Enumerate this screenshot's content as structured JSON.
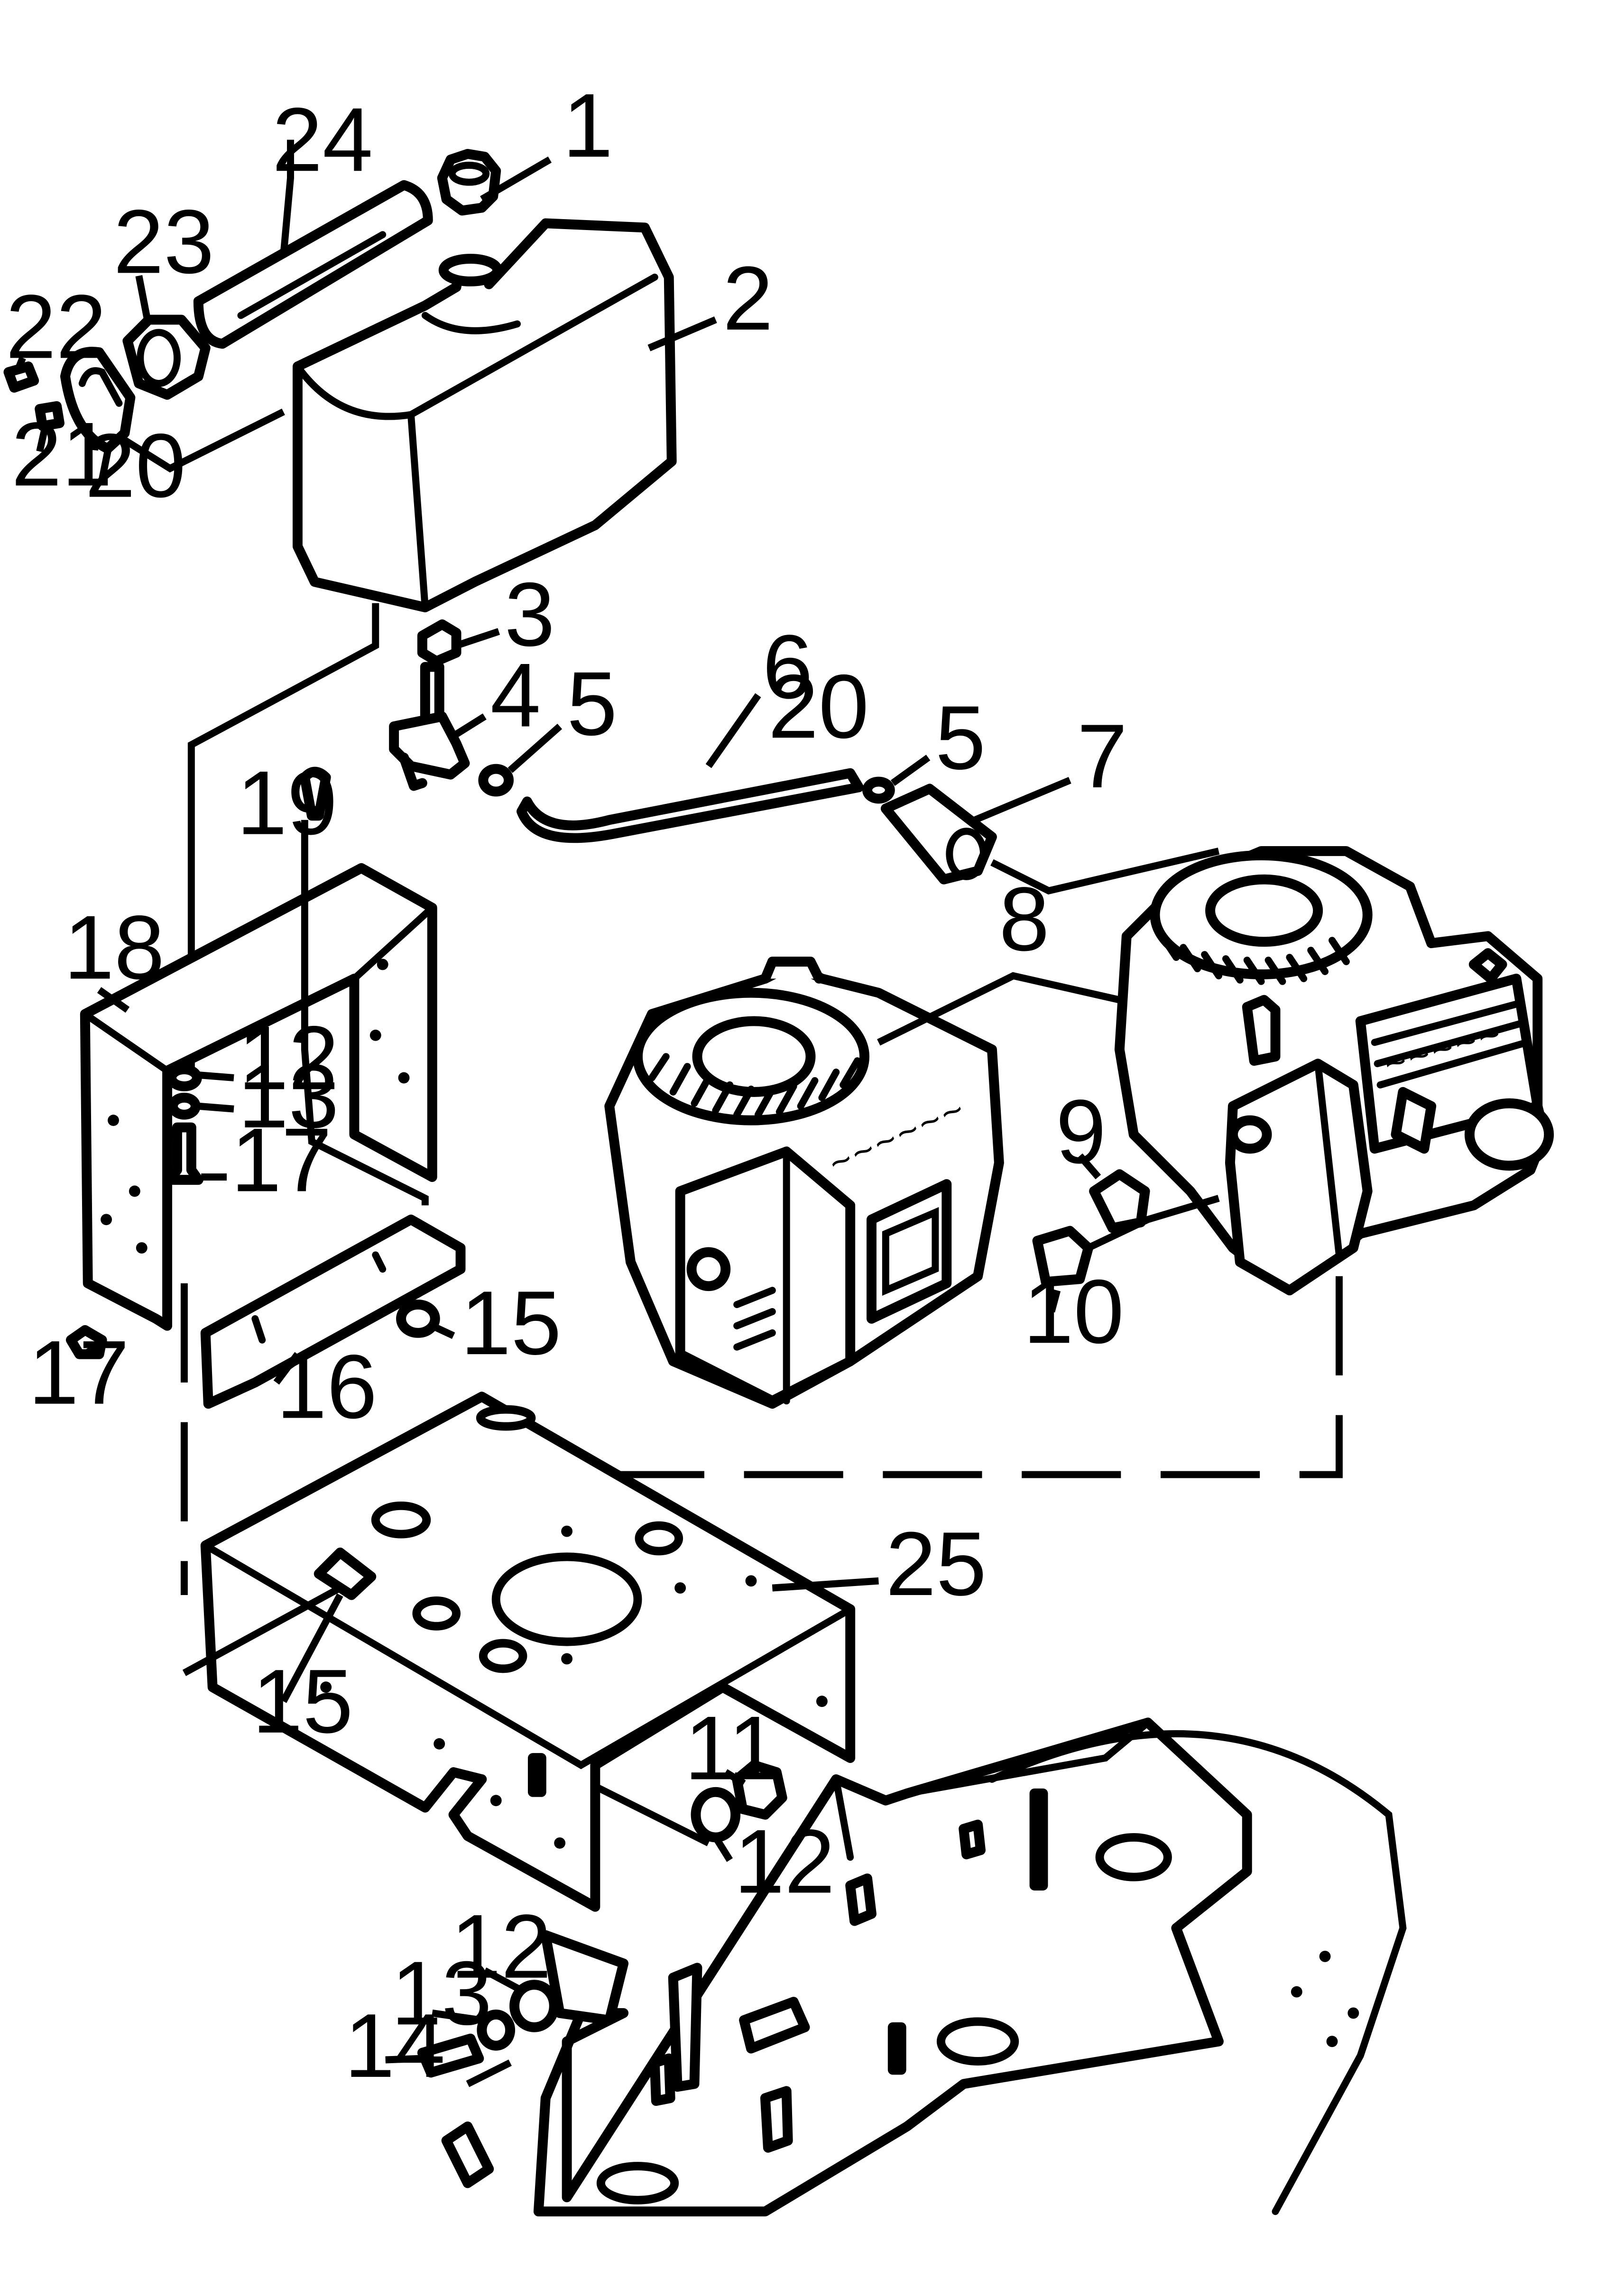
{
  "callouts": [
    "1",
    "2",
    "3",
    "4",
    "5",
    "6",
    "20",
    "5",
    "7",
    "8",
    "9",
    "10",
    "18",
    "19",
    "12",
    "13",
    "17",
    "17",
    "16",
    "15",
    "15",
    "25",
    "11",
    "12",
    "12",
    "13",
    "14",
    "24",
    "23",
    "22",
    "21",
    "20"
  ],
  "colors": {
    "line": "#000000",
    "paper": "#ffffff"
  }
}
